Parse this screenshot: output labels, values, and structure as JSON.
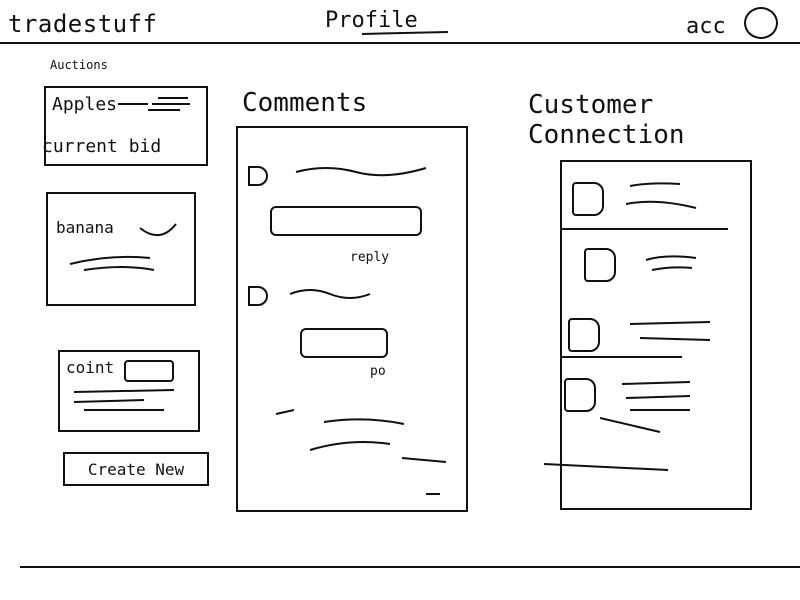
{
  "header": {
    "brand": "tradestuff",
    "page_title": "Profile",
    "account_label": "acc",
    "account_icon": "avatar-icon"
  },
  "left": {
    "heading": "Auctions",
    "auction_card": {
      "item": "Apples",
      "bid_label": "current bid"
    },
    "card_2": {
      "item": "banana"
    },
    "card_3": {
      "item": "coint"
    },
    "create_button": "Create New"
  },
  "comments": {
    "heading": "Comments",
    "reply_label": "reply",
    "reply_label_2": "po"
  },
  "customer_connection": {
    "heading": "Customer Connection"
  }
}
